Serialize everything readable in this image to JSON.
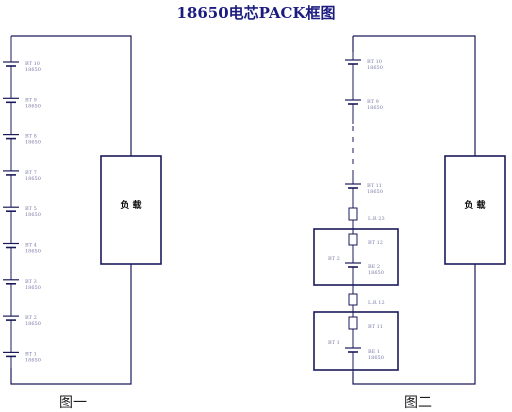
{
  "title": "18650电芯PACK框图",
  "fig1": {
    "caption": "图一",
    "load_label": "负 载",
    "cells": [
      {
        "name": "BT 10",
        "model": "18650"
      },
      {
        "name": "BT 9",
        "model": "18650"
      },
      {
        "name": "BT 8",
        "model": "18650"
      },
      {
        "name": "BT 7",
        "model": "18650"
      },
      {
        "name": "BT 5",
        "model": "18650"
      },
      {
        "name": "BT 4",
        "model": "18650"
      },
      {
        "name": "BT 3",
        "model": "18650"
      },
      {
        "name": "BT 2",
        "model": "18650"
      },
      {
        "name": "BT 1",
        "model": "18650"
      }
    ]
  },
  "fig2": {
    "caption": "图二",
    "load_label": "负 载",
    "top_cells": [
      {
        "name": "BT 10",
        "model": "18650"
      },
      {
        "name": "BT 9",
        "model": "18650"
      },
      {
        "name": "BT 11",
        "model": "18650"
      }
    ],
    "fuse_top": "L.R 23",
    "group_upper": {
      "name": "BT 2",
      "fuse": "BT 12",
      "cell": {
        "name": "BE 2",
        "model": "18650"
      }
    },
    "fuse_middle": "L.R 12",
    "group_lower": {
      "name": "BT 1",
      "fuse": "BT 11",
      "cell": {
        "name": "BE 1",
        "model": "18650"
      }
    }
  }
}
